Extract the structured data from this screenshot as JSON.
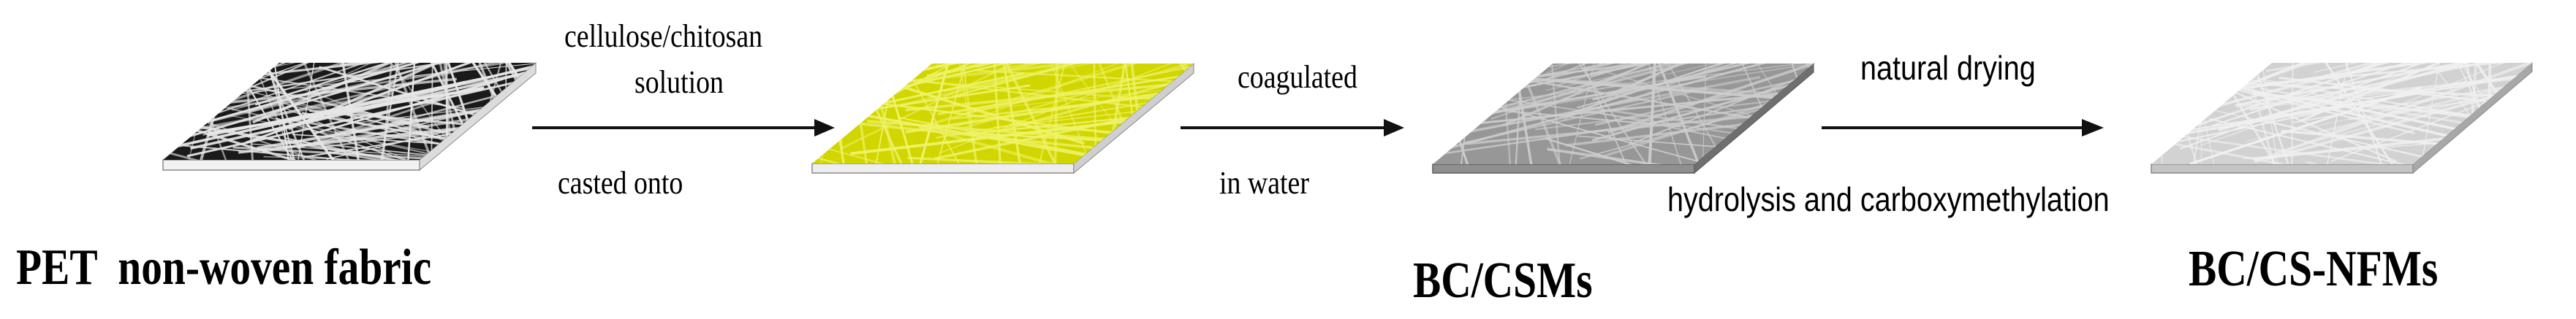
{
  "figure": {
    "background": "#ffffff",
    "stages": [
      {
        "id": "pet",
        "label": "PET  non-woven fabric",
        "plate": {
          "surface": "#1a1a1a",
          "fiber": "#e6e6e6",
          "slab_front": "#f2f2f2",
          "slab_side": "#dcdcdc",
          "edge": "#8a8a8a"
        }
      },
      {
        "id": "cast",
        "label": "",
        "plate": {
          "surface": "#d2d600",
          "fiber": "#eef36a",
          "slab_front": "#eeeeee",
          "slab_side": "#cfcfcf",
          "edge": "#8a8a8a"
        }
      },
      {
        "id": "bc-csms",
        "label": "BC/CSMs",
        "plate": {
          "surface": "#979797",
          "fiber": "#cdcdcd",
          "slab_front": "#8f8f8f",
          "slab_side": "#6f6f6f",
          "edge": "#5a5a5a"
        }
      },
      {
        "id": "bc-cs-nfms",
        "label": "BC/CS-NFMs",
        "plate": {
          "surface": "#d2d2d2",
          "fiber": "#f0f0f0",
          "slab_front": "#c4c4c4",
          "slab_side": "#a8a8a8",
          "edge": "#8a8a8a"
        }
      }
    ],
    "steps": [
      {
        "above_line1": "cellulose/chitosan",
        "above_line2": "solution",
        "below": "casted onto"
      },
      {
        "above_line1": "coagulated",
        "below": "in water"
      },
      {
        "above_line1": "natural drying",
        "below": "hydrolysis and carboxymethylation"
      }
    ],
    "arrow_color": "#111111"
  }
}
